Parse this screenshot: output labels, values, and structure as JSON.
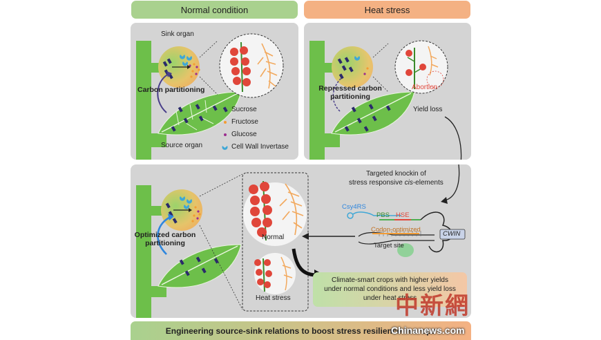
{
  "headers": {
    "normal": "Normal condition",
    "heat": "Heat stress"
  },
  "colors": {
    "header_green": "#a9d18e",
    "header_orange": "#f4b183",
    "panel_gray": "#d4d4d4",
    "plant_green": "#6dbf4a",
    "abortion_red": "#e0463a",
    "arrow_blue": "#2e86de"
  },
  "panel_normal": {
    "sink_organ": "Sink organ",
    "carbon_partitioning": "Carbon partitioning",
    "source_organ": "Source organ",
    "legend": [
      {
        "label": "Sucrose",
        "icon": "sucrose-icon",
        "color": "#2a2a6a"
      },
      {
        "label": "Fructose",
        "icon": "fructose-icon",
        "color": "#f39c34"
      },
      {
        "label": "Glucose",
        "icon": "glucose-icon",
        "color": "#9b2d8f"
      },
      {
        "label": "Cell Wall Invertase",
        "icon": "invertase-icon",
        "color": "#3fa7d6"
      }
    ]
  },
  "panel_heat": {
    "repressed_line1": "Repressed carbon",
    "repressed_line2": "partitioning",
    "abortion": "Abortion",
    "yield_loss": "Yield loss"
  },
  "panel_optimized": {
    "targeted_line1": "Targeted knockin of",
    "targeted_line2_pre": "stress responsive ",
    "targeted_line2_italic": "cis",
    "targeted_line2_post": "-elements",
    "optimized_line1": "Optimized carbon",
    "optimized_line2": "partitioning",
    "normal": "Normal",
    "heat_stress": "Heat stress",
    "construct": {
      "csy4rs": "Csy4RS",
      "pbs": "PBS",
      "hse": "HSE",
      "codon_optimized": "Codon-optimized",
      "target_site": "Target site",
      "cwin": "CWIN"
    },
    "climate_line1": "Climate-smart crops with higher yields",
    "climate_line2": "under normal conditions and less yield loss",
    "climate_line3": "under heat stress"
  },
  "footer": {
    "title": "Engineering source-sink relations to boost stress resilience in crops"
  },
  "watermark": {
    "cn": "中新網",
    "en": "Chinanews.com"
  }
}
